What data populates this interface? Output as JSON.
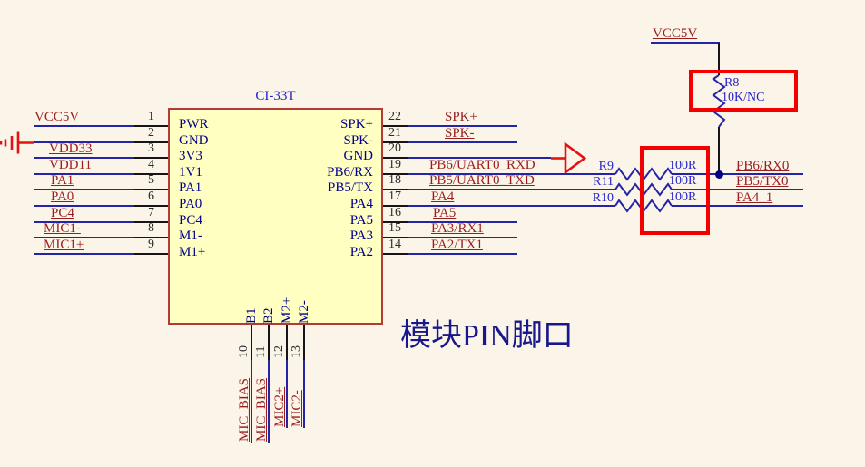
{
  "note": {
    "text": "模块PIN脚口"
  },
  "ic": {
    "title": "CI-33T",
    "left_pins": [
      {
        "num": "1",
        "name": "PWR",
        "net": "VCC5V"
      },
      {
        "num": "2",
        "name": "GND",
        "net": ""
      },
      {
        "num": "3",
        "name": "3V3",
        "net": "VDD33"
      },
      {
        "num": "4",
        "name": "1V1",
        "net": "VDD11"
      },
      {
        "num": "5",
        "name": "PA1",
        "net": "PA1"
      },
      {
        "num": "6",
        "name": "PA0",
        "net": "PA0"
      },
      {
        "num": "7",
        "name": "PC4",
        "net": "PC4"
      },
      {
        "num": "8",
        "name": "M1-",
        "net": "MIC1-"
      },
      {
        "num": "9",
        "name": "M1+",
        "net": "MIC1+"
      }
    ],
    "right_pins": [
      {
        "num": "22",
        "name": "SPK+",
        "net": "SPK+"
      },
      {
        "num": "21",
        "name": "SPK-",
        "net": "SPK-"
      },
      {
        "num": "20",
        "name": "GND",
        "net": ""
      },
      {
        "num": "19",
        "name": "PB6/RX",
        "net": "PB6/UART0_RXD"
      },
      {
        "num": "18",
        "name": "PB5/TX",
        "net": "PB5/UART0_TXD"
      },
      {
        "num": "17",
        "name": "PA4",
        "net": "PA4"
      },
      {
        "num": "16",
        "name": "PA5",
        "net": "PA5"
      },
      {
        "num": "15",
        "name": "PA3",
        "net": "PA3/RX1"
      },
      {
        "num": "14",
        "name": "PA2",
        "net": "PA2/TX1"
      }
    ],
    "bottom_pins": [
      {
        "num": "10",
        "name": "B1",
        "net": "MIC_BIAS"
      },
      {
        "num": "11",
        "name": "B2",
        "net": "MIC_BIAS"
      },
      {
        "num": "12",
        "name": "M2+",
        "net": "MIC2+"
      },
      {
        "num": "13",
        "name": "M2-",
        "net": "MIC2-"
      }
    ]
  },
  "pullup": {
    "rail": "VCC5V",
    "designator": "R8",
    "value": "10K/NC"
  },
  "series_resistors": [
    {
      "designator": "R9",
      "value": "100R",
      "net_out": "PB6/RX0"
    },
    {
      "designator": "R11",
      "value": "100R",
      "net_out": "PB5/TX0"
    },
    {
      "designator": "R10",
      "value": "100R",
      "net_out": "PA4_1"
    }
  ],
  "colors": {
    "background": "#FBF4E9",
    "wire": "#2424A8",
    "net_label": "#9B1E1E",
    "pin_name": "#00008B",
    "designator": "#2424C8",
    "ic_fill": "#FFFFC2",
    "ic_border": "#B23A3A",
    "highlight": "#F20000"
  }
}
